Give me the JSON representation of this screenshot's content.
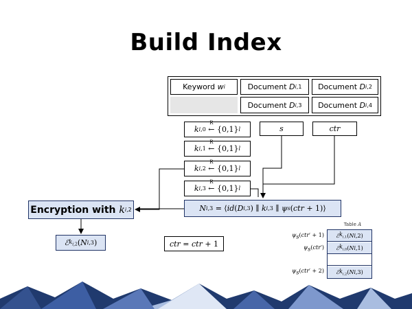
{
  "title": "Build Index",
  "index_table": {
    "keyword": "Keyword w_i",
    "docs": [
      "Document D_i,1",
      "Document D_i,2",
      "Document D_i,3",
      "Document D_i,4"
    ]
  },
  "keys": [
    "k_i,0 ←R {0,1}^l",
    "k_i,1 ←R {0,1}^l",
    "k_i,2 ←R {0,1}^l",
    "k_i,3 ←R {0,1}^l"
  ],
  "s_label": "s",
  "ctr_label": "ctr",
  "n_formula": "N_i,3 = ⟨id(D_i,3) ∥ k_i,3 ∥ ψ_s(ctr+1)⟩",
  "encryption_label": "Encryption with k_i,2",
  "enc_output": "E_k_i,2(N_i,3)",
  "ctr_update": "ctr = ctr + 1",
  "table_a": {
    "caption": "Table A",
    "rows": [
      {
        "label": "ψ_s(ctr' + 1)",
        "cell": "E_k_i,1(N_i,2)"
      },
      {
        "label": "ψ_s(ctr')",
        "cell": "E_k_i,0(N_i,1)"
      },
      {
        "label": "",
        "cell": ""
      },
      {
        "label": "ψ_s(ctr' + 2)",
        "cell": "E_k_i,2(N_i,3)"
      }
    ]
  },
  "colors": {
    "accent": "#1f3264",
    "fill": "#dbe4f4",
    "mountain_dark": "#203a6e",
    "mountain_light": "#a9bde0"
  }
}
